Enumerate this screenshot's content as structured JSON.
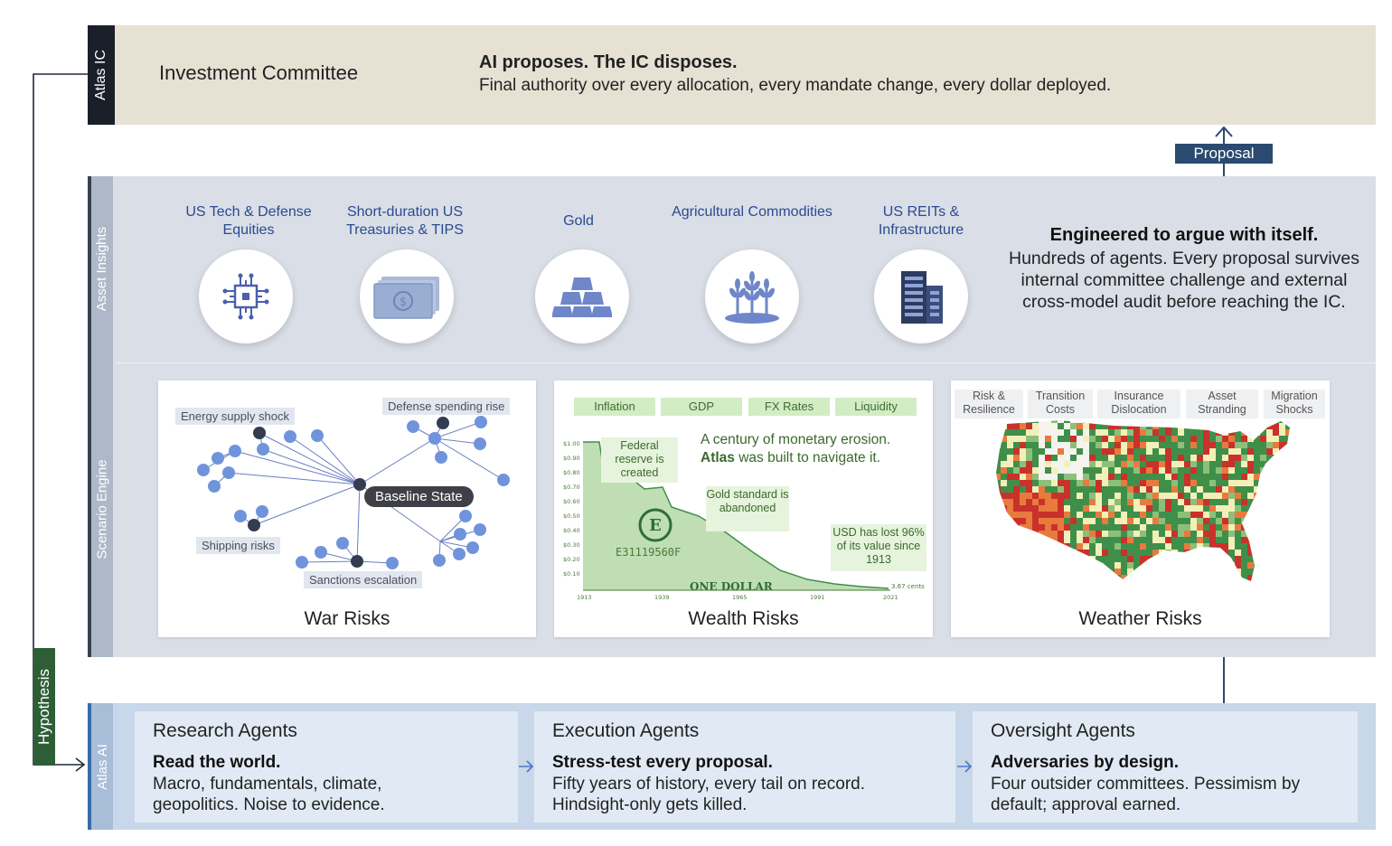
{
  "ic": {
    "tab_label": "Atlas IC",
    "title": "Investment Committee",
    "headline": "AI proposes. The IC disposes.",
    "body": "Final authority over every allocation, every mandate change, every dollar deployed."
  },
  "proposal_label": "Proposal",
  "asset_insights": {
    "tab_label": "Asset Insights",
    "assets": [
      {
        "label": "US Tech & Defense Equities",
        "icon": "chip-icon"
      },
      {
        "label": "Short-duration US Treasuries & TIPS",
        "icon": "banknotes-icon"
      },
      {
        "label": "Gold",
        "icon": "gold-bars-icon"
      },
      {
        "label": "Agricultural Commodities",
        "icon": "wheat-icon"
      },
      {
        "label": "US REITs & Infrastructure",
        "icon": "buildings-icon"
      }
    ],
    "headline": "Engineered to argue with itself.",
    "body": "Hundreds of agents. Every proposal survives internal committee challenge and external cross-model audit before reaching the IC."
  },
  "scenario_engine": {
    "tab_label": "Scenario Engine",
    "war": {
      "title": "War Risks",
      "center": "Baseline State",
      "labels": [
        "Energy supply shock",
        "Defense spending rise",
        "Shipping risks",
        "Sanctions escalation"
      ]
    },
    "wealth": {
      "title": "Wealth Risks",
      "tags": [
        "Inflation",
        "GDP",
        "FX Rates",
        "Liquidity"
      ],
      "headline_1": "A century of monetary erosion.",
      "headline_brand": "Atlas",
      "headline_2": " was built to navigate it.",
      "callouts": [
        "Federal reserve is created",
        "Gold standard is abandoned",
        "USD has lost 96% of its value since 1913"
      ],
      "y_ticks": [
        "$1.00",
        "$0.90",
        "$0.80",
        "$0.70",
        "$0.60",
        "$0.50",
        "$0.40",
        "$0.30",
        "$0.20",
        "$0.10"
      ],
      "x_ticks": [
        "1913",
        "1939",
        "1965",
        "1991",
        "2021"
      ],
      "end_label": "3.67 cents",
      "bill_serial": "E31119560F",
      "bill_letter": "E",
      "bill_text": "ONE DOLLAR"
    },
    "weather": {
      "title": "Weather Risks",
      "tags": [
        "Risk & Resilience",
        "Transition Costs",
        "Insurance Dislocation",
        "Asset Stranding",
        "Migration Shocks"
      ]
    },
    "colors": {
      "green": "#3f8f4a",
      "red": "#c8322b",
      "yellow": "#f2f0b8",
      "orange": "#e97a3d"
    }
  },
  "hypothesis_label": "Hypothesis",
  "atlas_ai": {
    "tab_label": "Atlas AI",
    "agents": [
      {
        "title": "Research Agents",
        "headline": "Read the world.",
        "body": "Macro, fundamentals, climate, geopolitics. Noise to evidence."
      },
      {
        "title": "Execution Agents",
        "headline": "Stress-test every proposal.",
        "body": "Fifty years of history, every tail on record. Hindsight-only gets killed."
      },
      {
        "title": "Oversight Agents",
        "headline": "Adversaries by design.",
        "body": "Four outsider committees. Pessimism by default; approval earned."
      }
    ]
  }
}
